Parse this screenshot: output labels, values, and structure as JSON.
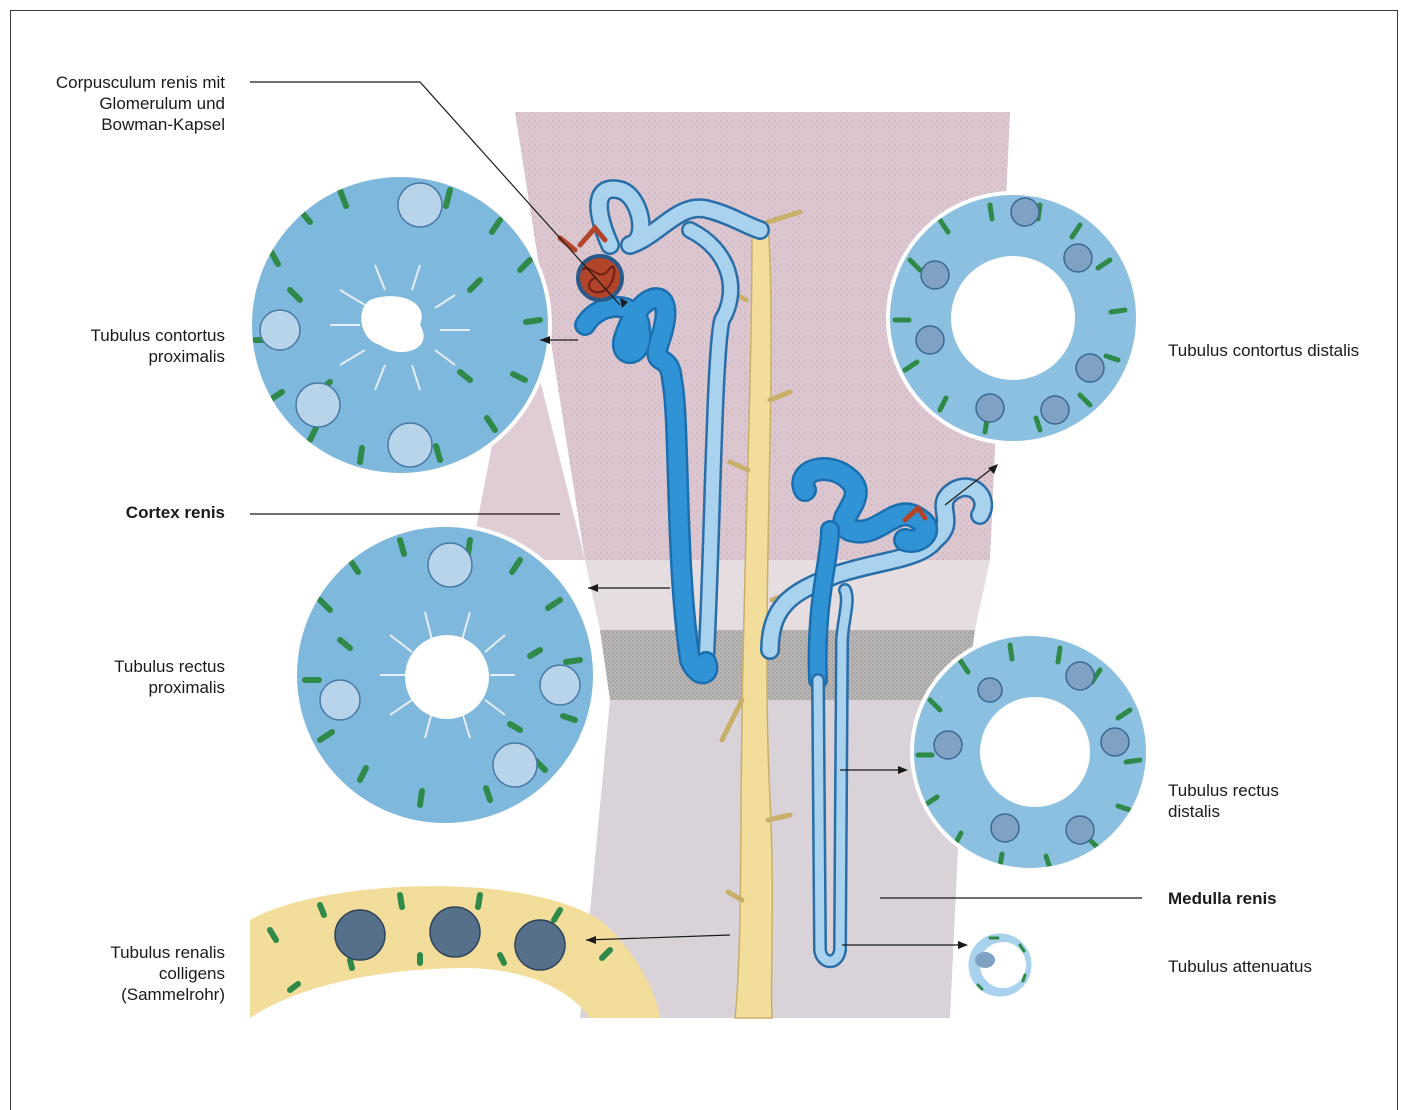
{
  "labels": {
    "corpusculum": "Corpusculum renis mit\nGlomerulum und\nBowman-Kapsel",
    "tubulus_contortus_proximalis": "Tubulus contortus\nproximalis",
    "cortex_renis": "Cortex renis",
    "tubulus_rectus_proximalis": "Tubulus rectus\nproximalis",
    "tubulus_renalis_colligens": "Tubulus renalis\ncolligens\n(Sammelrohr)",
    "tubulus_contortus_distalis": "Tubulus contortus distalis",
    "tubulus_rectus_distalis": "Tubulus rectus\ndistalis",
    "medulla_renis": "Medulla renis",
    "tubulus_attenuatus": "Tubulus attenuatus"
  },
  "colors": {
    "cortex": "#dcc6cf",
    "medulla_outer": "#e4dde0",
    "medulla_band": "#b9b6b6",
    "medulla_inner": "#d9d3d8",
    "tubule_blue": "#2f93d6",
    "tubule_light": "#a9d2ee",
    "collecting_duct": "#f3dd9a",
    "glomerulus": "#b2442a",
    "cell_cytoplasm": "#7fb8dd",
    "mitochondria": "#2f8a4a",
    "nucleus": "#6f93b8"
  }
}
